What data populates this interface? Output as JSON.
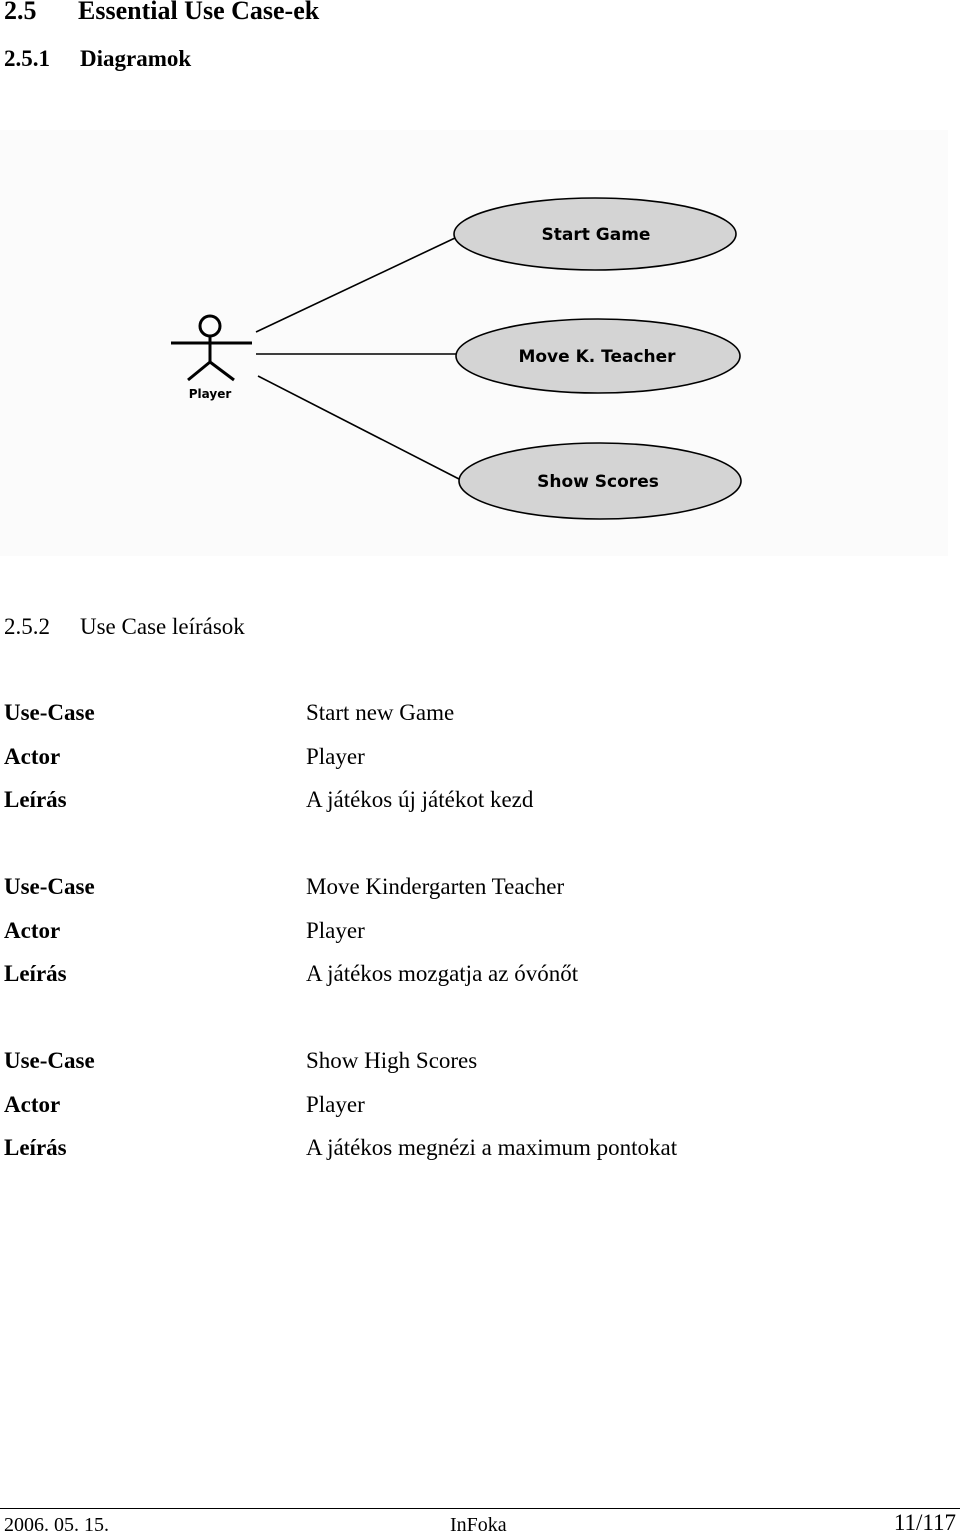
{
  "heading": {
    "number": "2.5",
    "title": "Essential Use Case-ek"
  },
  "diagrams_section": {
    "number": "2.5.1",
    "title": "Diagramok"
  },
  "diagram": {
    "actor": "Player",
    "use_cases": [
      "Start Game",
      "Move K. Teacher",
      "Show Scores"
    ],
    "colors": {
      "ellipse_fill": "#d4d4d4",
      "background": "#fbfbfb",
      "line": "#000000"
    }
  },
  "descriptions_section": {
    "number": "2.5.2",
    "title": "Use Case leírások"
  },
  "use_case_descriptions": [
    {
      "rows": [
        {
          "label": "Use-Case",
          "value": "Start new Game"
        },
        {
          "label": "Actor",
          "value": "Player"
        },
        {
          "label": "Leírás",
          "value": "A játékos új játékot kezd"
        }
      ]
    },
    {
      "rows": [
        {
          "label": "Use-Case",
          "value": "Move Kindergarten Teacher"
        },
        {
          "label": "Actor",
          "value": "Player"
        },
        {
          "label": "Leírás",
          "value": "A játékos mozgatja az óvónőt"
        }
      ]
    },
    {
      "rows": [
        {
          "label": "Use-Case",
          "value": "Show High Scores"
        },
        {
          "label": "Actor",
          "value": "Player"
        },
        {
          "label": "Leírás",
          "value": "A játékos megnézi a maximum pontokat"
        }
      ]
    }
  ],
  "footer": {
    "date": "2006. 05. 15.",
    "center": "InFoka",
    "page": "11/117"
  }
}
